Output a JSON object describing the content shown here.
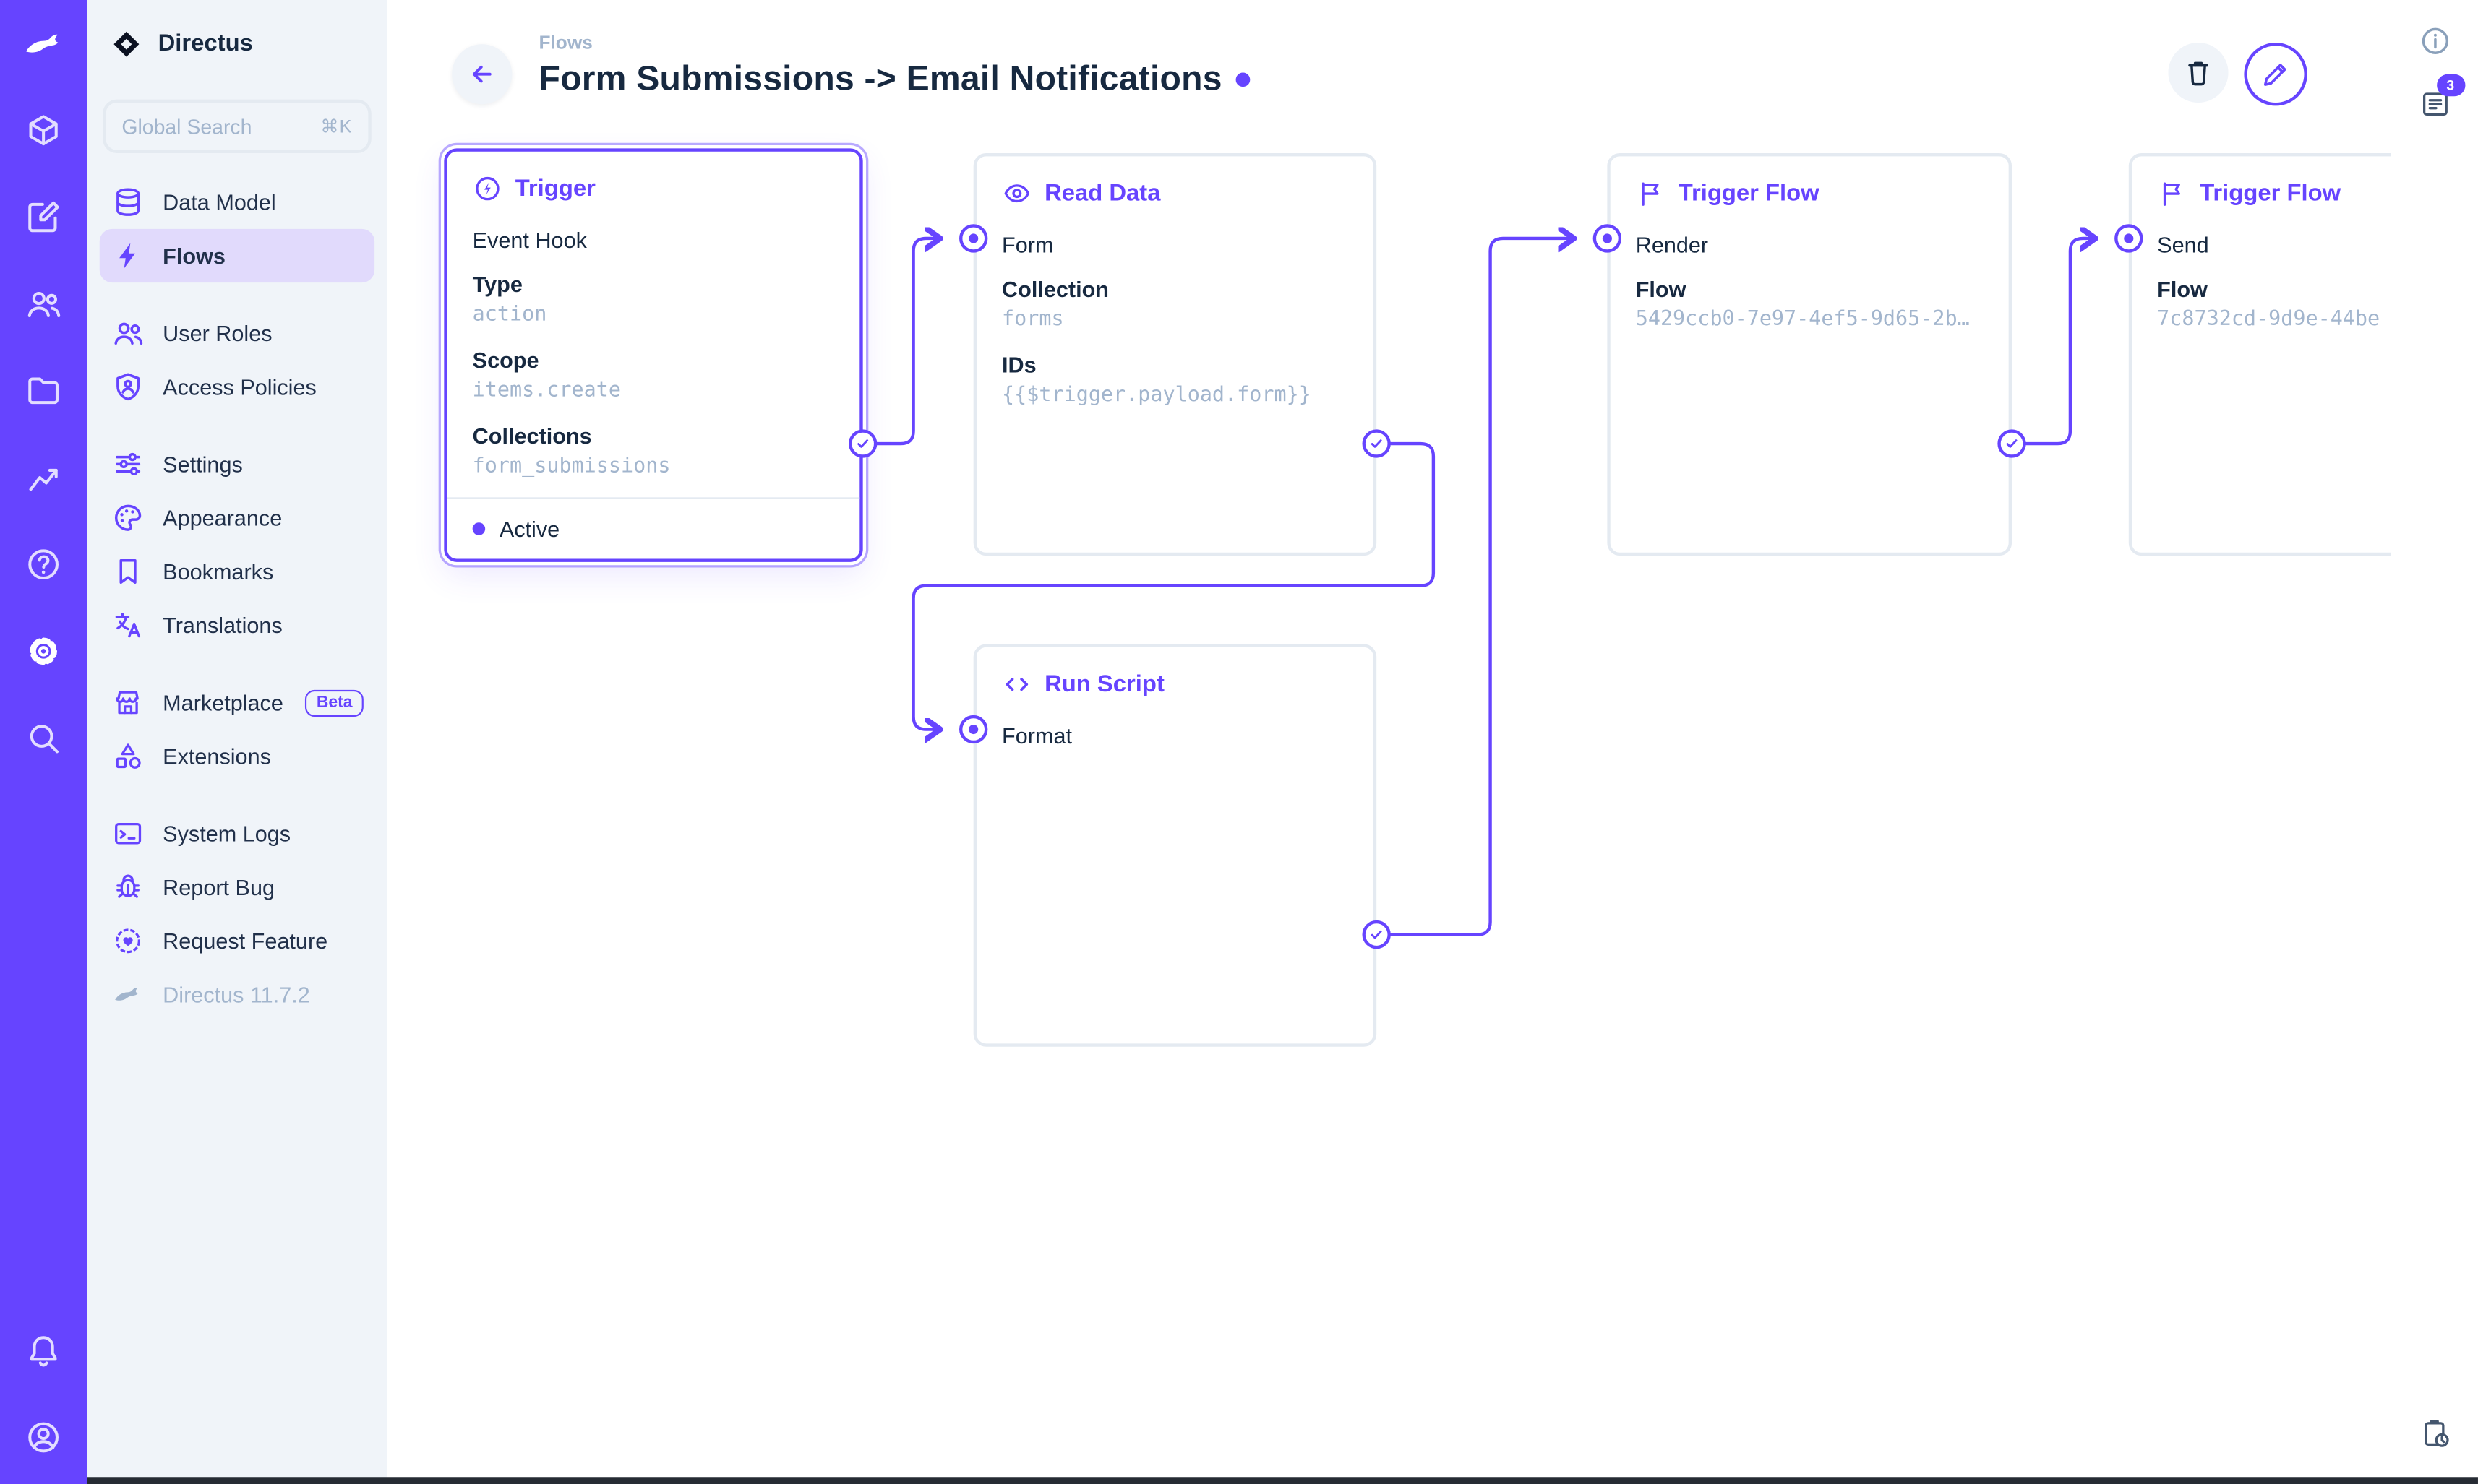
{
  "colors": {
    "accent": "#6644ff",
    "sidebar_bg": "#f0f4f9",
    "text": "#172940",
    "muted": "#a2b5cd",
    "node_border": "#e4eaf1"
  },
  "module_bar": {
    "modules": [
      {
        "name": "content",
        "icon": "cube-icon"
      },
      {
        "name": "editor",
        "icon": "edit-square-icon"
      },
      {
        "name": "user-directory",
        "icon": "people-icon"
      },
      {
        "name": "file-library",
        "icon": "folder-icon"
      },
      {
        "name": "insights",
        "icon": "activity-icon"
      },
      {
        "name": "documentation",
        "icon": "help-icon"
      },
      {
        "name": "settings",
        "icon": "gear-icon",
        "active": true
      },
      {
        "name": "search",
        "icon": "search-icon"
      }
    ],
    "bottom": [
      {
        "name": "notifications",
        "icon": "bell-icon"
      },
      {
        "name": "account",
        "icon": "account-circle-icon"
      }
    ]
  },
  "sidebar": {
    "project_name": "Directus",
    "search": {
      "placeholder": "Global Search",
      "shortcut": "⌘K"
    },
    "items": [
      {
        "label": "Data Model",
        "icon": "database-icon"
      },
      {
        "label": "Flows",
        "icon": "bolt-icon",
        "active": true
      },
      {
        "label": "User Roles",
        "icon": "people-icon"
      },
      {
        "label": "Access Policies",
        "icon": "shield-person-icon"
      },
      {
        "label": "Settings",
        "icon": "tune-icon"
      },
      {
        "label": "Appearance",
        "icon": "palette-icon"
      },
      {
        "label": "Bookmarks",
        "icon": "bookmark-icon"
      },
      {
        "label": "Translations",
        "icon": "translate-icon"
      },
      {
        "label": "Marketplace",
        "icon": "storefront-icon",
        "badge": "Beta"
      },
      {
        "label": "Extensions",
        "icon": "category-icon"
      },
      {
        "label": "System Logs",
        "icon": "terminal-icon"
      },
      {
        "label": "Report Bug",
        "icon": "bug-icon"
      },
      {
        "label": "Request Feature",
        "icon": "feature-seal-icon"
      }
    ],
    "version": "Directus 11.7.2"
  },
  "header": {
    "breadcrumb": "Flows",
    "title": "Form Submissions -> Email Notifications"
  },
  "right_bar": {
    "notices_badge": "3",
    "icons": [
      "info-icon",
      "notifications-list-icon",
      "clipboard-clock-icon"
    ]
  },
  "flow": {
    "nodes": [
      {
        "type": "trigger",
        "title": "Trigger",
        "line1": "Event Hook",
        "f1_label": "Type",
        "f1_value": "action",
        "f2_label": "Scope",
        "f2_value": "items.create",
        "f3_label": "Collections",
        "f3_value": "form_submissions",
        "status": "Active",
        "selected": true
      },
      {
        "type": "read-data",
        "title": "Read Data",
        "line1": "Form",
        "f1_label": "Collection",
        "f1_value": "forms",
        "f2_label": "IDs",
        "f2_value": "{{$trigger.payload.form}}"
      },
      {
        "type": "trigger-flow",
        "title": "Trigger Flow",
        "line1": "Render",
        "f1_label": "Flow",
        "f1_value": "5429ccb0-7e97-4ef5-9d65-2b…"
      },
      {
        "type": "trigger-flow",
        "title": "Trigger Flow",
        "line1": "Send",
        "f1_label": "Flow",
        "f1_value": "7c8732cd-9d9e-44be"
      },
      {
        "type": "run-script",
        "title": "Run Script",
        "line1": "Format"
      }
    ]
  }
}
